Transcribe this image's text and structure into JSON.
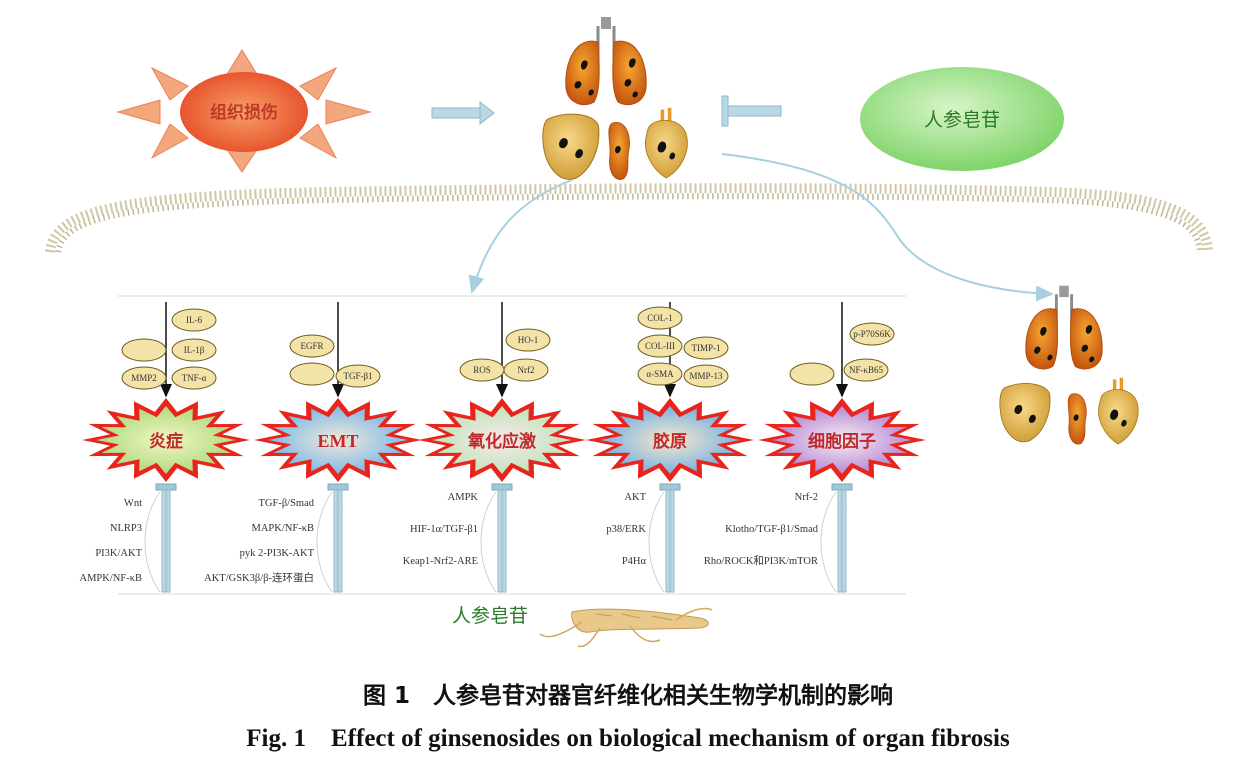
{
  "injury_label": "组织损伤",
  "ginsenoside_label": "人参皂苷",
  "bottom_ginseng_label": "人参皂苷",
  "categories": [
    {
      "label": "炎症",
      "molecules": [
        "IL-6",
        "IL-1β",
        "TNF-α",
        "MMP2"
      ],
      "pathways": [
        "Wnt",
        "NLRP3",
        "PI3K/AKT",
        "AMPK/NF-κB"
      ]
    },
    {
      "label": "EMT",
      "molecules": [
        "EGFR",
        "TGF-β1"
      ],
      "pathways": [
        "TGF-β/Smad",
        "MAPK/NF-κB",
        "pyk 2-PI3K-AKT",
        "AKT/GSK3β/β-连环蛋白"
      ]
    },
    {
      "label": "氧化应激",
      "molecules": [
        "HO-1",
        "ROS",
        "Nrf2"
      ],
      "pathways": [
        "AMPK",
        "HIF-1α/TGF-β1",
        "Keap1-Nrf2-ARE"
      ]
    },
    {
      "label": "胶原",
      "molecules": [
        "COL-1",
        "COL-III",
        "TIMP-1",
        "α-SMA",
        "MMP-13"
      ],
      "pathways": [
        "AKT",
        "p38/ERK",
        "P4Hα"
      ]
    },
    {
      "label": "细胞因子",
      "molecules": [
        "p-P70S6K",
        "NF-κB65"
      ],
      "pathways": [
        "Nrf-2",
        "Klotho/TGF-β1/Smad",
        "Rho/ROCK和PI3K/mTOR"
      ]
    }
  ],
  "caption_cn": "图 1　人参皂苷对器官纤维化相关生物学机制的影响",
  "caption_en": "Fig. 1　Effect of ginsenosides on biological mechanism of organ fibrosis",
  "colors": {
    "sun_fill": "#f07a4a",
    "sun_rays": "#f4a77c",
    "green_ellipse": "#9ee08a",
    "organ_orange": "#e88a1e",
    "organ_yellow": "#e9b84a",
    "arrow_blue": "#a7cfe0",
    "molecule_fill": "#f3e3a6",
    "burst_red": "#e8241c"
  }
}
